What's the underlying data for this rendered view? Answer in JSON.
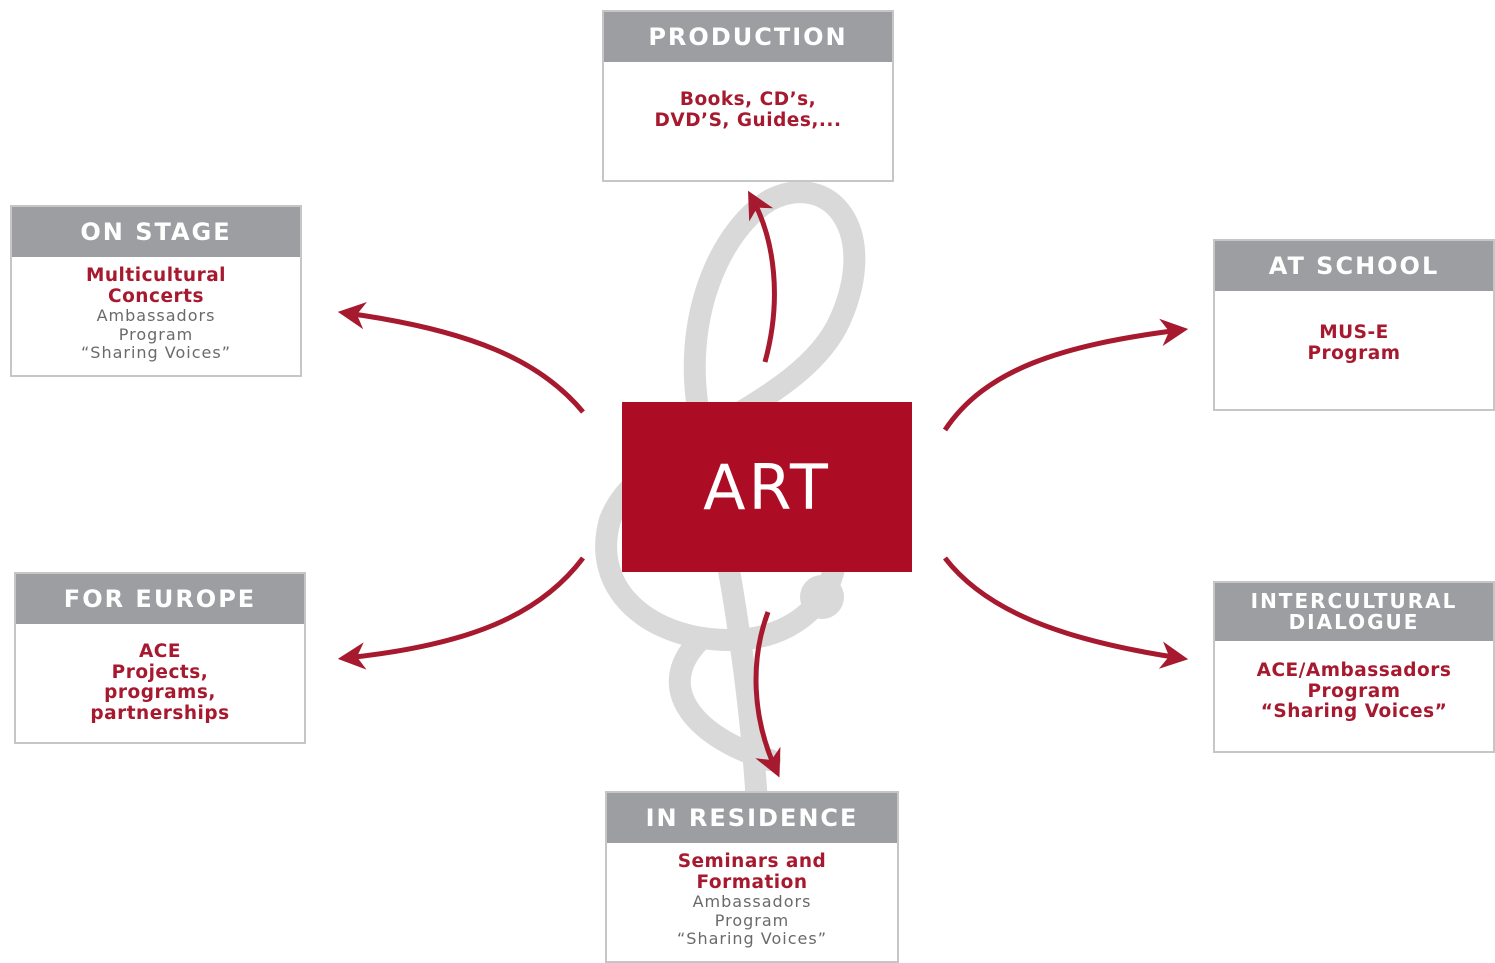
{
  "center": {
    "label": "ART"
  },
  "boxes": {
    "production": {
      "title": "PRODUCTION",
      "lines_red": [
        "Books, CD’s,",
        "DVD’S, Guides,..."
      ],
      "lines_grey": []
    },
    "on_stage": {
      "title": "ON STAGE",
      "lines_red": [
        "Multicultural",
        "Concerts"
      ],
      "lines_grey": [
        "Ambassadors",
        "Program",
        "“Sharing Voices”"
      ]
    },
    "at_school": {
      "title": "AT SCHOOL",
      "lines_red": [
        "MUS-E",
        "Program"
      ],
      "lines_grey": []
    },
    "for_europe": {
      "title": "FOR EUROPE",
      "lines_red": [
        "ACE",
        "Projects,",
        "programs,",
        "partnerships"
      ],
      "lines_grey": []
    },
    "intercultural": {
      "title_lines": [
        "INTERCULTURAL",
        "DIALOGUE"
      ],
      "lines_red": [
        "ACE/Ambassadors",
        "Program",
        "“Sharing Voices”"
      ],
      "lines_grey": []
    },
    "in_residence": {
      "title": "IN RESIDENCE",
      "lines_red": [
        "Seminars and",
        "Formation"
      ],
      "lines_grey": [
        "Ambassadors",
        "Program",
        "“Sharing Voices”"
      ]
    }
  },
  "colors": {
    "accent": "#ac0d24",
    "header_grey": "#9d9ea1",
    "arrow": "#a6192e",
    "clef": "#d9d9d9"
  },
  "icons": {
    "background": "treble-clef-icon"
  }
}
